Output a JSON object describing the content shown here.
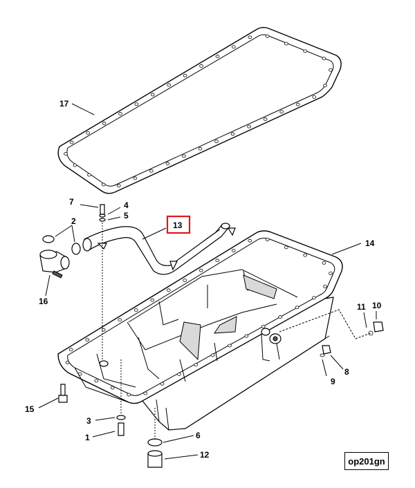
{
  "callouts": {
    "c1": "1",
    "c2": "2",
    "c3": "3",
    "c4": "4",
    "c5": "5",
    "c6": "6",
    "c7": "7",
    "c8": "8",
    "c9": "9",
    "c10": "10",
    "c11": "11",
    "c12": "12",
    "c13": "13",
    "c14": "14",
    "c15": "15",
    "c16": "16",
    "c17": "17"
  },
  "highlight_color": "#e0161b",
  "figure_code": "op201gn"
}
